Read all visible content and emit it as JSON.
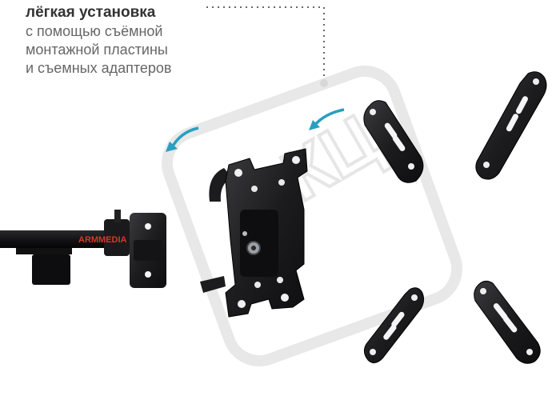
{
  "caption": {
    "title": "лёгкая установка",
    "lines": [
      "с помощью съёмной",
      "монтажной пластины",
      "и съемных адаптеров"
    ]
  },
  "brand": {
    "arm_label": "ARMMEDIA"
  },
  "watermark": {
    "text": "КЦ"
  },
  "colors": {
    "accent_arrow": "#2a9fbf",
    "metal": "#1f1f22",
    "dotted_line": "#666666",
    "brand_red": "#d23a2a"
  }
}
